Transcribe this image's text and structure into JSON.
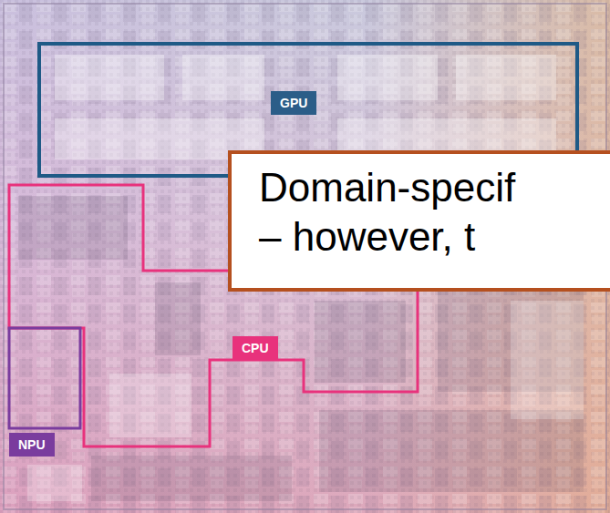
{
  "diagram": {
    "nodes": [
      {
        "text": [
          "GPU"
        ]
      },
      {
        "text": [
          "Domain-specif – however, t"
        ]
      },
      {
        "text": [
          "CPU"
        ]
      },
      {
        "text": [
          "NPU"
        ]
      }
    ]
  }
}
